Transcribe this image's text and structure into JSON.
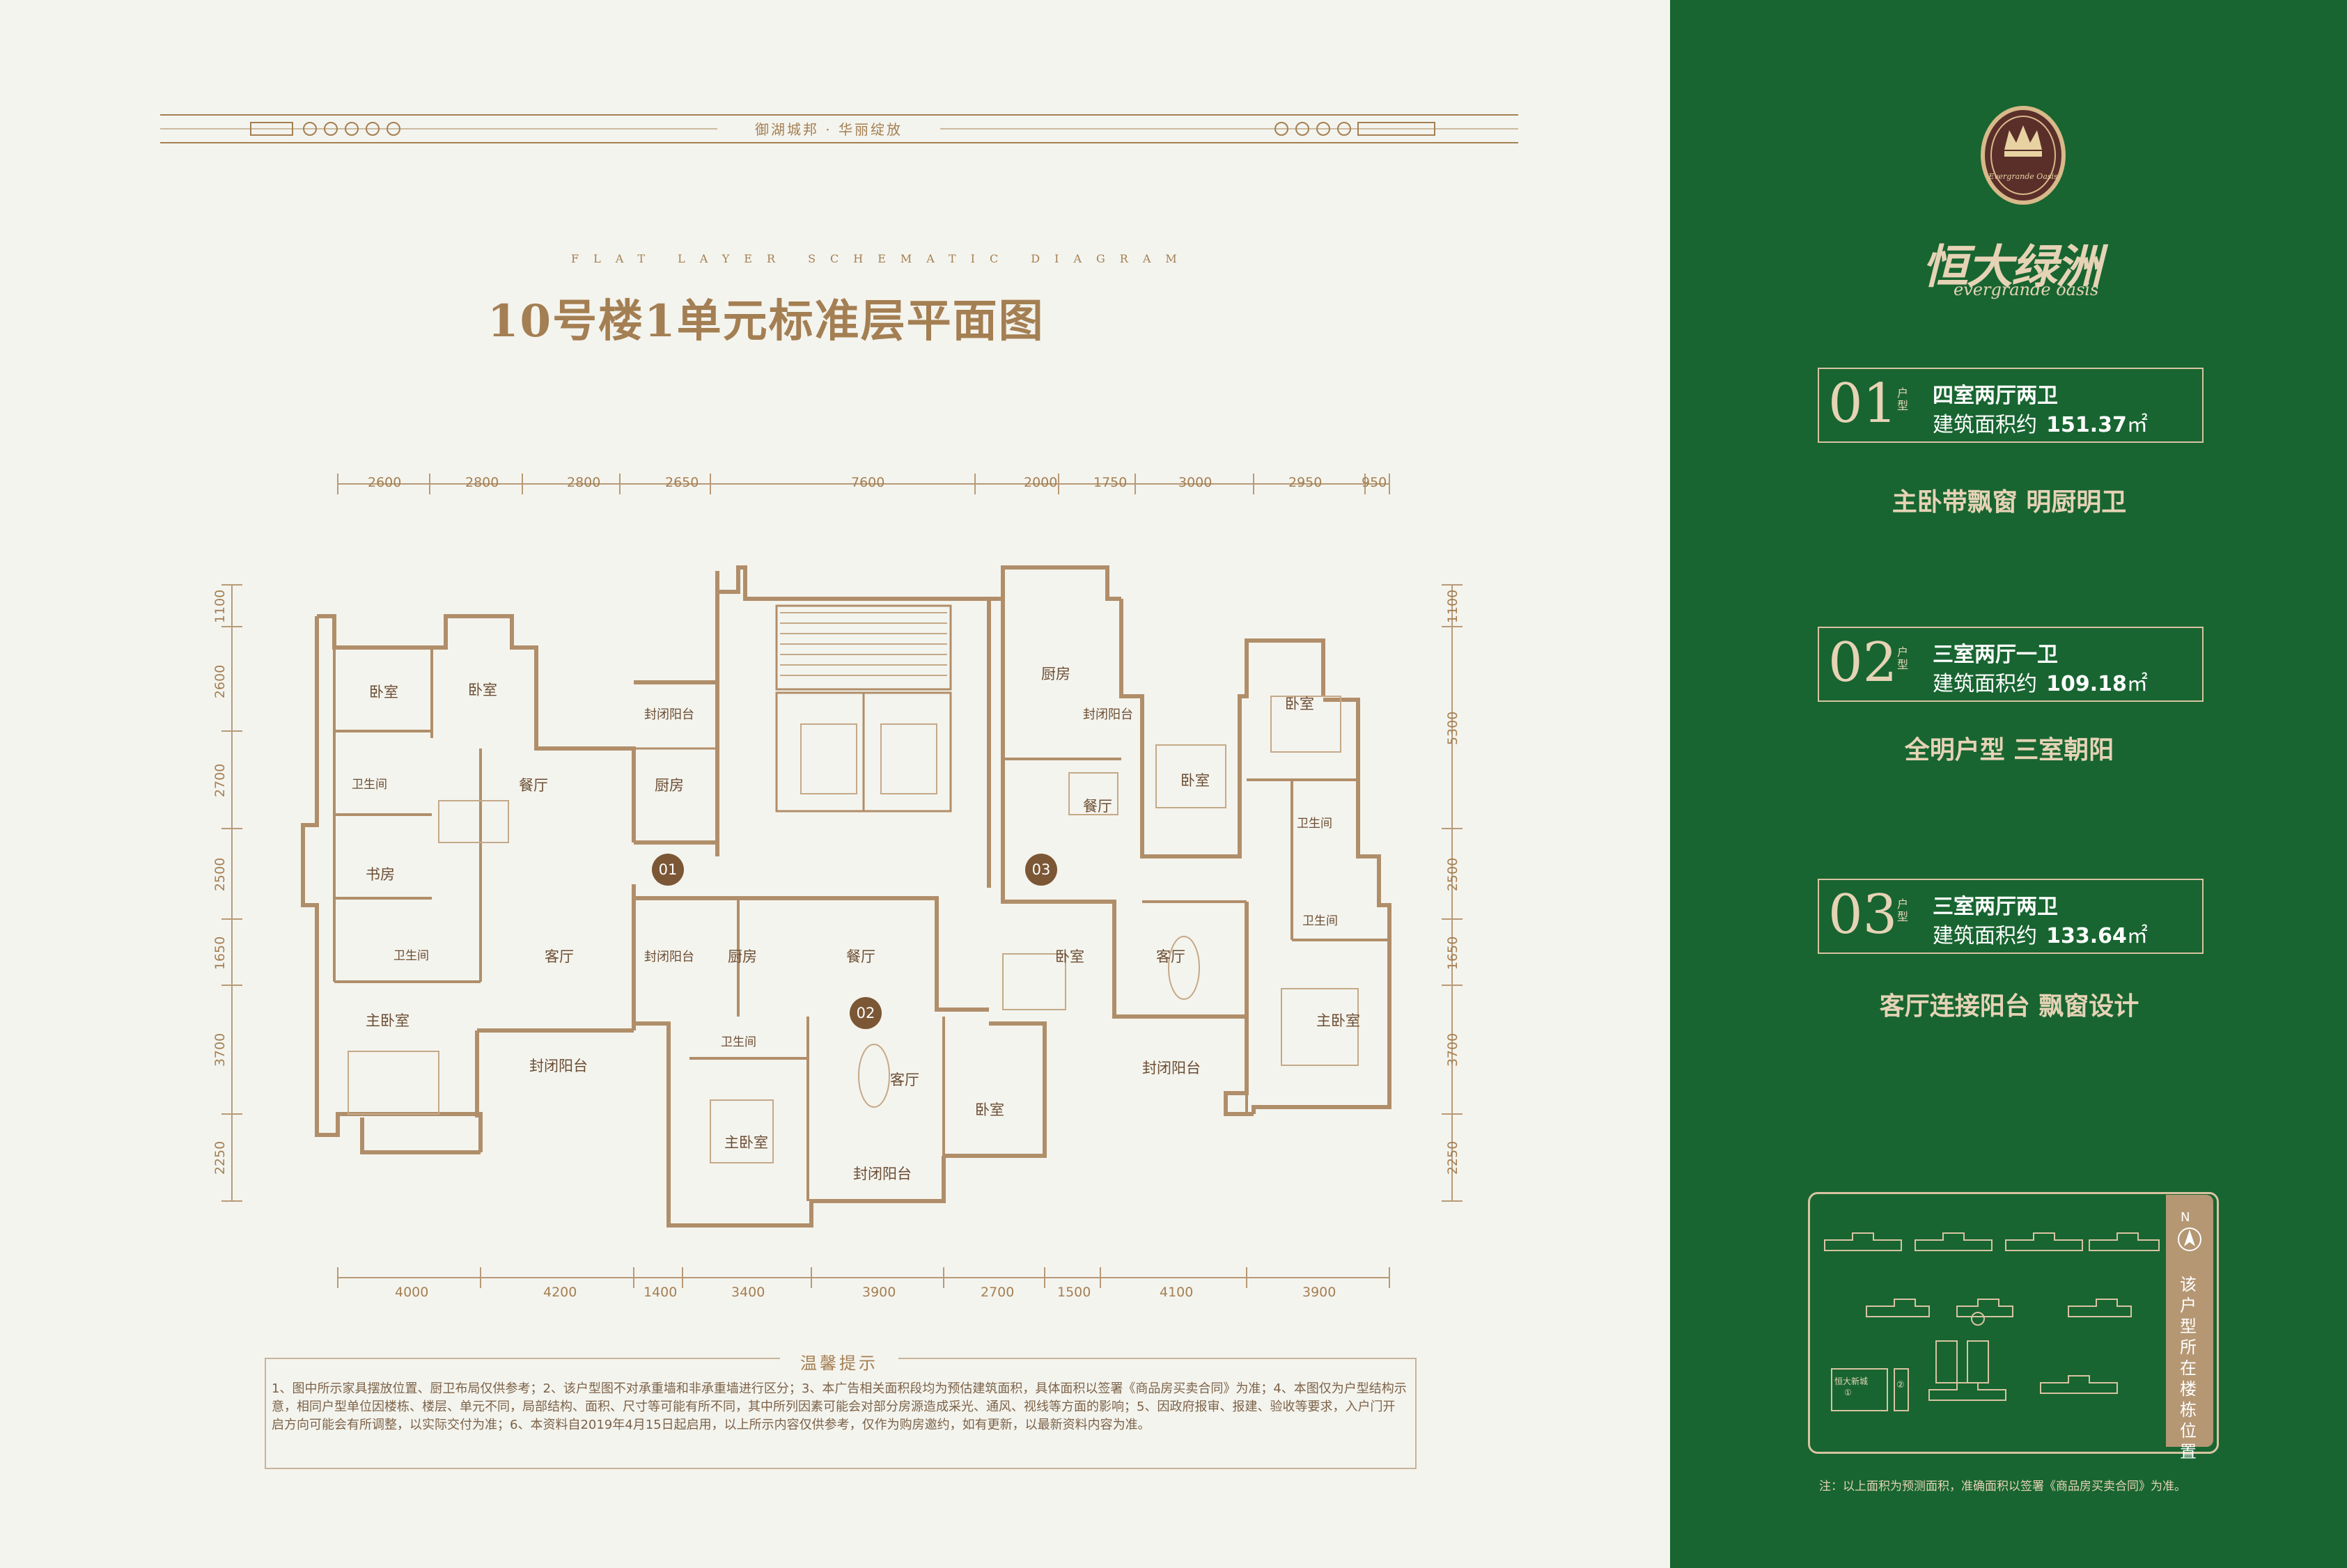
{
  "header": {
    "slogan": "御湖城邦 · 华丽绽放",
    "subtitle": "FLAT LAYER SCHEMATIC DIAGRAM",
    "title": "10号楼1单元标准层平面图"
  },
  "dimensions": {
    "top": [
      "2600",
      "2800",
      "2800",
      "2650",
      "7600",
      "2000",
      "1750",
      "3000",
      "2950",
      "950"
    ],
    "bottom": [
      "4000",
      "4200",
      "1400",
      "3400",
      "3900",
      "2700",
      "1500",
      "4100",
      "3900"
    ],
    "left": [
      "1100",
      "2600",
      "2700",
      "2500",
      "1650",
      "3700",
      "2250"
    ],
    "right": [
      "1100",
      "5300",
      "2500",
      "1650",
      "3700",
      "2250"
    ]
  },
  "rooms": {
    "u01_bed1": "卧室",
    "u01_bed2": "卧室",
    "u01_bath1": "卫生间",
    "u01_dining": "餐厅",
    "u01_balcony1": "封闭阳台",
    "u01_kitchen": "厨房",
    "u01_study": "书房",
    "u01_bath2": "卫生间",
    "u01_living": "客厅",
    "u01_master": "主卧室",
    "u01_balcony2": "封闭阳台",
    "u02_balcony1": "封闭阳台",
    "u02_kitchen": "厨房",
    "u02_dining": "餐厅",
    "u02_bath": "卫生间",
    "u02_living": "客厅",
    "u02_master": "主卧室",
    "u02_bed": "卧室",
    "u02_balcony2": "封闭阳台",
    "u03_kitchen": "厨房",
    "u03_balcony1": "封闭阳台",
    "u03_dining": "餐厅",
    "u03_bed1": "卧室",
    "u03_bed2": "卧室",
    "u03_bath1": "卫生间",
    "u03_bath2": "卫生间",
    "u03_bed3": "卧室",
    "u03_living": "客厅",
    "u03_master": "主卧室",
    "u03_balcony2": "封闭阳台"
  },
  "unit_tags": [
    "01",
    "02",
    "03"
  ],
  "tips": {
    "title": "温馨提示",
    "text": "1、图中所示家具摆放位置、厨卫布局仅供参考；2、该户型图不对承重墙和非承重墙进行区分；3、本广告相关面积段均为预估建筑面积，具体面积以签署《商品房买卖合同》为准；4、本图仅为户型结构示意，相同户型单位因楼栋、楼层、单元不同，局部结构、面积、尺寸等可能有所不同，其中所列因素可能会对部分房源造成采光、通风、视线等方面的影响；5、因政府报审、报建、验收等要求，入户门开启方向可能会有所调整，以实际交付为准；6、本资料自2019年4月15日起启用，以上所示内容仅供参考，仅作为购房邀约，如有更新，以最新资料内容为准。"
  },
  "brand": {
    "name_cn": "恒大绿洲",
    "name_en": "evergrande oasis",
    "badge_text": "Evergrande Oasis"
  },
  "units": [
    {
      "number": "01",
      "label": "户型",
      "type": "四室两厅两卫",
      "area_label": "建筑面积约",
      "area": "151.37",
      "unit": "㎡",
      "selling": "主卧带飘窗  明厨明卫"
    },
    {
      "number": "02",
      "label": "户型",
      "type": "三室两厅一卫",
      "area_label": "建筑面积约",
      "area": "109.18",
      "unit": "㎡",
      "selling": "全明户型  三室朝阳"
    },
    {
      "number": "03",
      "label": "户型",
      "type": "三室两厅两卫",
      "area_label": "建筑面积约",
      "area": "133.64",
      "unit": "㎡",
      "selling": "客厅连接阳台  飘窗设计"
    }
  ],
  "siteplan": {
    "north": "N",
    "location_text": "该户型所在楼栋位置",
    "label_city": "恒大新城",
    "label_city_num": "①",
    "label_num": "②"
  },
  "note": "注：以上面积为预测面积，准确面积以签署《商品房买卖合同》为准。",
  "colors": {
    "panel_green": "#186531",
    "gold": "#a47f53",
    "background": "#f4f4ee"
  }
}
